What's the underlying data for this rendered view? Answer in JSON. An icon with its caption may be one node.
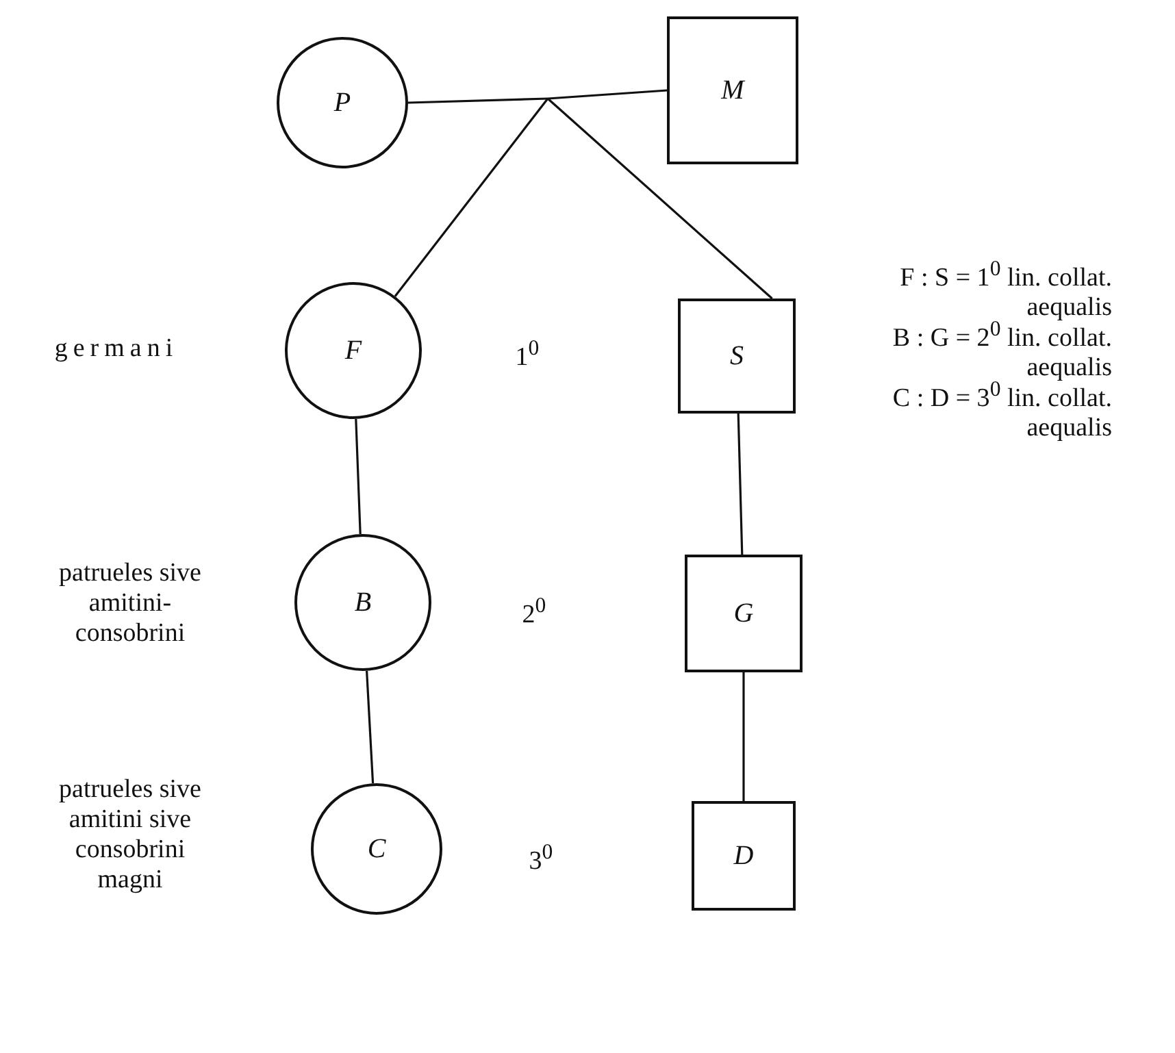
{
  "diagram": {
    "nodes": [
      {
        "text": [
          "P"
        ]
      },
      {
        "text": [
          "M"
        ]
      },
      {
        "text": [
          "F"
        ]
      },
      {
        "text": [
          "S"
        ]
      },
      {
        "text": [
          "B"
        ]
      },
      {
        "text": [
          "G"
        ]
      },
      {
        "text": [
          "C"
        ]
      },
      {
        "text": [
          "D"
        ]
      }
    ],
    "edges": [
      {
        "from": 0,
        "to": 1,
        "arrow": "none"
      },
      {
        "from": 0,
        "to": 2,
        "arrow": "none"
      },
      {
        "from": 1,
        "to": 2,
        "arrow": "none"
      },
      {
        "from": 0,
        "to": 3,
        "arrow": "none"
      },
      {
        "from": 1,
        "to": 3,
        "arrow": "none"
      },
      {
        "from": 2,
        "to": 4,
        "arrow": "none"
      },
      {
        "from": 4,
        "to": 6,
        "arrow": "none"
      },
      {
        "from": 3,
        "to": 5,
        "arrow": "none"
      },
      {
        "from": 5,
        "to": 7,
        "arrow": "none"
      }
    ],
    "labels": [
      "germani",
      "1$^{0}$",
      "F : S = 1$^{0}$ lin. collat. aequalis",
      "B : G = 2$^{0}$ lin. collat. aequalis",
      "C : D = 3$^{0}$ lin. collat. aequalis",
      "patrueles sive amitini-consobrini",
      "2$^{0}$",
      "patrueles sive amitini sive consobrini magni",
      "3$^{0}$"
    ]
  }
}
